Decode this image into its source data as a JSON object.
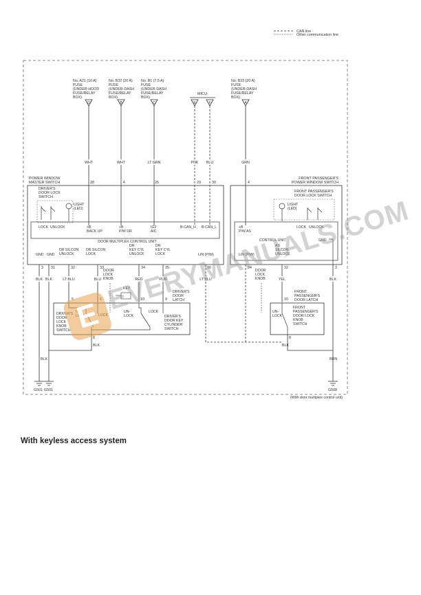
{
  "legend": {
    "can_line": "CAN line",
    "other_line": "Other communication line"
  },
  "fuses": [
    {
      "lines": [
        "No. A21 (10 A)",
        "FUSE",
        "(UNDER-HOOD",
        "FUSE/RELAY",
        "BOX)"
      ],
      "terminal": "D",
      "wire": "WHT",
      "pin": "28"
    },
    {
      "lines": [
        "No. B32 (20 A)",
        "FUSE",
        "(UNDER-DASH",
        "FUSE/RELAY",
        "BOX)"
      ],
      "terminal": "B",
      "wire": "WHT",
      "pin": "4"
    },
    {
      "lines": [
        "No. B1 (7.5 A)",
        "FUSE",
        "(UNDER-DASH",
        "FUSE/RELAY",
        "BOX)"
      ],
      "terminal": "C",
      "wire": "LT GRN",
      "pin": "25"
    },
    {
      "lines": [
        "No. B33 (20 A)",
        "FUSE",
        "(UNDER-DASH",
        "FUSE/RELAY",
        "BOX)"
      ],
      "terminal": "A",
      "wire": "GRN",
      "pin": "4"
    }
  ],
  "micu": {
    "label": "MICU",
    "terminals": [
      {
        "letter": "E",
        "wire": "PNK",
        "pin": "29"
      },
      {
        "letter": "F",
        "wire": "BLU",
        "pin": "30"
      }
    ]
  },
  "master_switch": {
    "title": [
      "POWER WINDOW",
      "MASTER SWITCH"
    ],
    "door_lock_switch": [
      "DRIVER'S",
      "DOOR LOCK",
      "SWITCH"
    ],
    "light_label": [
      "LIGHT",
      "(LED)"
    ],
    "lock": "LOCK",
    "unlock": "UNLOCK",
    "control_unit": "DOOR MULTIPLEX CONTROL UNIT",
    "inputs": [
      [
        "+B",
        "BACK UP"
      ],
      [
        "+B",
        "P/W DR"
      ],
      [
        "IG2",
        "A/C"
      ],
      [
        "B-CAN_H"
      ],
      [
        "B-CAN_L"
      ]
    ],
    "outputs": [
      [
        "GND"
      ],
      [
        "GND"
      ],
      [
        "DR SILCON",
        "UNLOCK"
      ],
      [
        "DR SILCON",
        "LOCK"
      ],
      [
        "DR",
        "KEY CYL",
        "UNLOCK"
      ],
      [
        "DR",
        "KEY CYL",
        "LOCK"
      ],
      [
        "LIN (P/W)"
      ]
    ],
    "pins": [
      "3",
      "31",
      "32",
      "33",
      "34",
      "35",
      "36"
    ],
    "wires": [
      "BLK",
      "BLK",
      "LT BLU",
      "BLU",
      "RED",
      "PUR",
      "LT BLU"
    ]
  },
  "driver_latch": {
    "title": [
      "DRIVER'S",
      "DOOR",
      "LATCH"
    ],
    "knob_switch": [
      "DRIVER'S",
      "DOOR",
      "LOCK",
      "KNOB",
      "SWITCH"
    ],
    "unlock_label": [
      "UN-",
      "LOCK"
    ],
    "lock_label": "LOCK",
    "key_cylinder": [
      "DRIVER'S",
      "DOOR KEY",
      "CYLINDER",
      "SWITCH"
    ],
    "cyl_unlock": [
      "UN-",
      "LOCK"
    ],
    "cyl_lock": "LOCK",
    "door_lock_knob": [
      "DOOR",
      "LOCK",
      "KNOB"
    ],
    "key": "KEY",
    "pins": [
      "5",
      "6",
      "10",
      "9",
      "8"
    ],
    "ground_wire": "BLK"
  },
  "passenger_switch": {
    "title": [
      "FRONT PASSENGER'S",
      "POWER WINDOW SWITCH"
    ],
    "door_lock_switch": [
      "FRONT PASSENGER'S",
      "DOOR LOCK SWITCH"
    ],
    "light_label": [
      "LIGHT",
      "(LED)"
    ],
    "lock": "LOCK",
    "unlock": "UNLOCK",
    "gnd": "GND",
    "control_unit": "CONTROL UNIT",
    "input": [
      "+B",
      "P/W AS"
    ],
    "outputs": [
      [
        "LIN (P/W)"
      ],
      [
        "AS",
        "SILCON",
        "UNLOCK"
      ]
    ],
    "pins": [
      "34",
      "32",
      "3"
    ],
    "wires": [
      "YEL",
      "BLK"
    ]
  },
  "passenger_latch": {
    "title": [
      "FRONT",
      "PASSENGER'S",
      "DOOR LATCH"
    ],
    "knob_switch": [
      "FRONT",
      "PASSENGER'S",
      "DOOR LOCK",
      "KNOB",
      "SWITCH"
    ],
    "door_lock_knob": [
      "DOOR",
      "LOCK",
      "KNOB"
    ],
    "unlock_label": [
      "UN-",
      "LOCK"
    ],
    "pins": [
      "10",
      "8"
    ],
    "ground_wire": "BLK"
  },
  "grounds": [
    {
      "label": "G501",
      "wire": "BLK"
    },
    {
      "label": "G501"
    },
    {
      "label": "G508",
      "wire": "BRN"
    }
  ],
  "footnote": "(With door multiplex control unit)",
  "section_heading": "With keyless access system",
  "watermark": {
    "badge": "E",
    "text": "EVERYMANUALS.COM",
    "color": "#e8a050"
  }
}
